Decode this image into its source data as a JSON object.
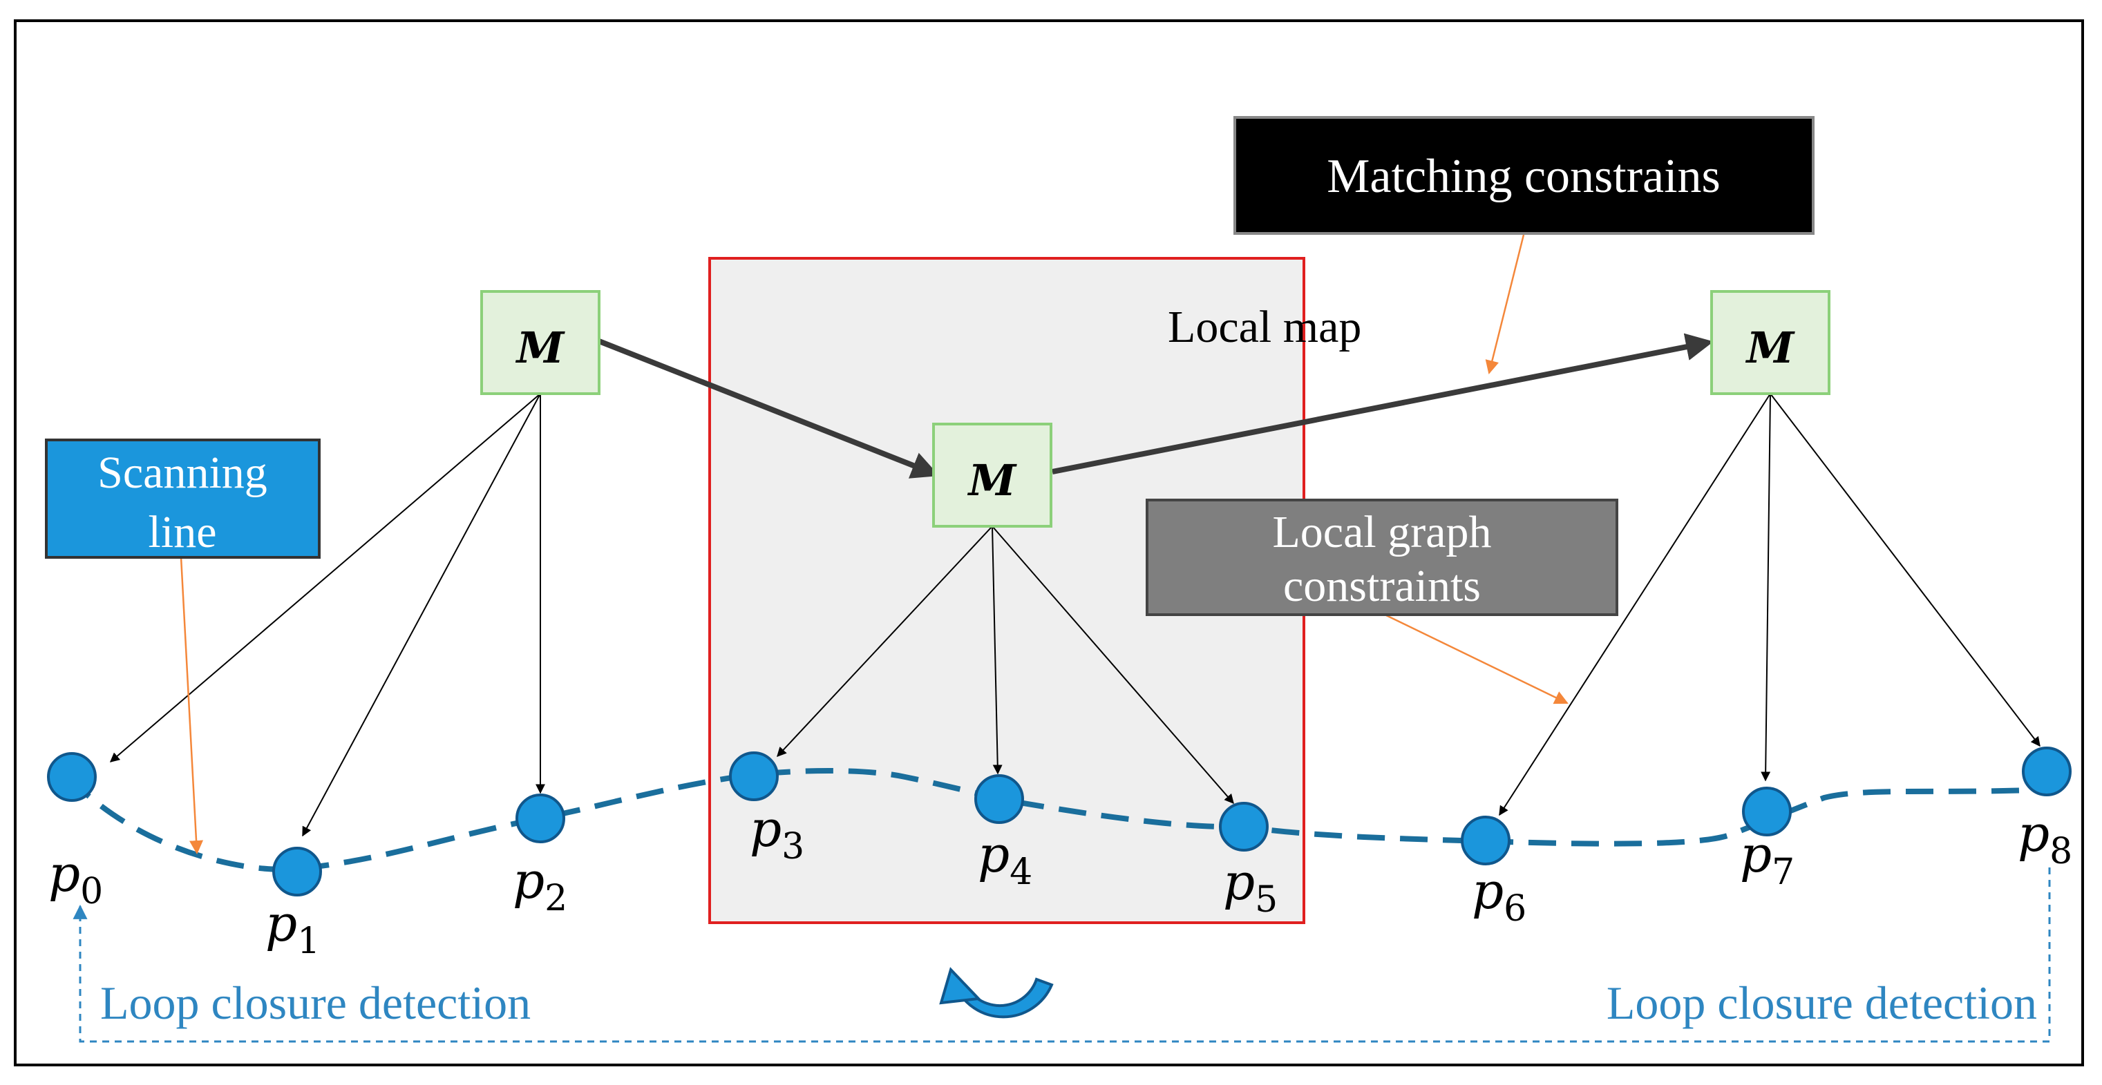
{
  "labels": {
    "matching_constraints": "Matching constrains",
    "local_map": "Local map",
    "scanning_line": [
      "Scanning",
      "line"
    ],
    "local_graph_constraints": [
      "Local graph",
      "constraints"
    ],
    "loop_closure_left": "Loop closure detection",
    "loop_closure_right": "Loop closure detection"
  },
  "map_node_label": "M",
  "pose_nodes": [
    {
      "base": "p",
      "sub": "0"
    },
    {
      "base": "p",
      "sub": "1"
    },
    {
      "base": "p",
      "sub": "2"
    },
    {
      "base": "p",
      "sub": "3"
    },
    {
      "base": "p",
      "sub": "4"
    },
    {
      "base": "p",
      "sub": "5"
    },
    {
      "base": "p",
      "sub": "6"
    },
    {
      "base": "p",
      "sub": "7"
    },
    {
      "base": "p",
      "sub": "8"
    }
  ],
  "colors": {
    "node_fill": "#1b96dc",
    "node_stroke": "#10578c",
    "trajectory": "#1a6e9c",
    "map_box_fill": "#e3f1dc",
    "map_box_stroke": "#8cd07a",
    "local_map_fill": "#efefef",
    "local_map_stroke": "#e02020",
    "callout_orange": "#f4873a",
    "loop_text": "#2e86c1",
    "scanning_fill": "#1b96dc",
    "matching_fill": "#000000",
    "local_graph_fill": "#7f7f7f"
  }
}
